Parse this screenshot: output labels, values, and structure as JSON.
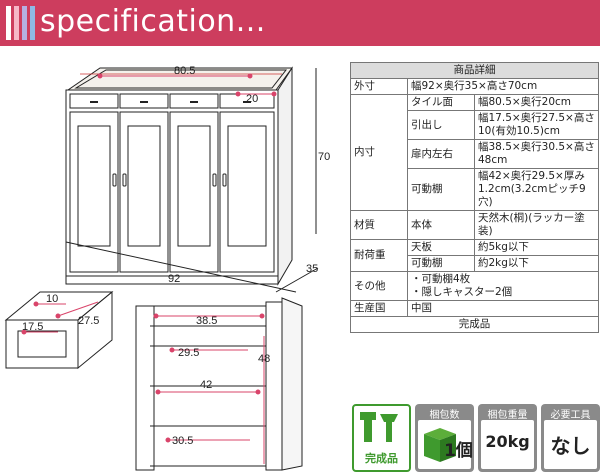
{
  "header": {
    "title": "specification...",
    "bar_colors": [
      "#ffffff",
      "#f6b7c8",
      "#b6b0e2",
      "#8fb9e6"
    ]
  },
  "dimensions": {
    "top_width": "80.5",
    "top_depth": "20",
    "height": "70",
    "width": "92",
    "depth": "35",
    "drawer_depth": "10",
    "drawer_width": "27.5",
    "drawer_length": "17.5",
    "interior_top": "38.5",
    "interior_depth": "29.5",
    "interior_height": "48",
    "shelf_width": "42",
    "shelf_depth": "30.5"
  },
  "spec": {
    "title": "商品詳細",
    "footer": "完成品",
    "rows": {
      "outer_label": "外寸",
      "outer_value": "幅92×奥行35×高さ70cm",
      "inner_label": "内寸",
      "tile_label": "タイル面",
      "tile_value": "幅80.5×奥行20cm",
      "drawer_label": "引出し",
      "drawer_value": "幅17.5×奥行27.5×高さ10(有効10.5)cm",
      "door_label": "扉内左右",
      "door_value": "幅38.5×奥行30.5×高さ48cm",
      "shelf_label": "可動棚",
      "shelf_value": "幅42×奥行29.5×厚み1.2cm(3.2cmピッチ9穴)",
      "material_label": "材質",
      "body_label": "本体",
      "body_value": "天然木(桐)(ラッカー塗装)",
      "load_label": "耐荷重",
      "top_label": "天板",
      "top_value": "約5kg以下",
      "shelf2_label": "可動棚",
      "shelf2_value": "約2kg以下",
      "other_label": "その他",
      "other_value_1": "・可動棚4枚",
      "other_value_2": "・隠しキャスター2個",
      "origin_label": "生産国",
      "origin_value": "中国"
    }
  },
  "icons": {
    "assembled_label": "完成品",
    "packages_label": "梱包数",
    "packages_value": "1個",
    "weight_label": "梱包重量",
    "weight_value": "20kg",
    "tools_label": "必要工具",
    "tools_value": "なし"
  },
  "colors": {
    "header": "#cd3d5e",
    "dim_pink": "#d9446a",
    "icon_green": "#3f9a2e"
  }
}
